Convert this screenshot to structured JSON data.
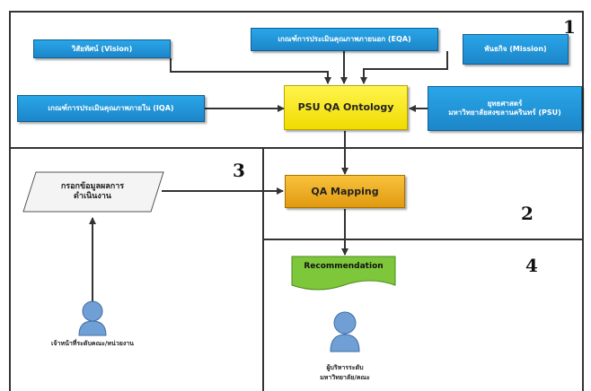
{
  "regions": {
    "r1": "1",
    "r2": "2",
    "r3": "3",
    "r4": "4"
  },
  "nodes": {
    "vision": "วิสัยทัศน์ (Vision)",
    "eqa": "เกณฑ์การประเมินคุณภาพภายนอก (EQA)",
    "mission": "พันธกิจ (Mission)",
    "iqa": "เกณฑ์การประเมินคุณภาพภายใน (IQA)",
    "ontology": "PSU QA Ontology",
    "strategy_line1": "ยุทธศาสตร์",
    "strategy_line2": "มหาวิทยาลัยสงขลานครินทร์ (PSU)",
    "input_line1": "กรอกข้อมูลผลการ",
    "input_line2": "ดำเนินงาน",
    "mapping": "QA Mapping",
    "recommendation": "Recommendation",
    "staff_label": "เจ้าหน้าที่ระดับคณะ/หน่วยงาน",
    "exec_line1": "ผู้บริหารระดับ",
    "exec_line2": "มหาวิทยาลัย/คณะ"
  },
  "colors": {
    "blue": "#1f95d8",
    "yellow": "#f7e81a",
    "orange": "#f0ad22",
    "green": "#7ec73a",
    "person": "#6f9fd4"
  }
}
